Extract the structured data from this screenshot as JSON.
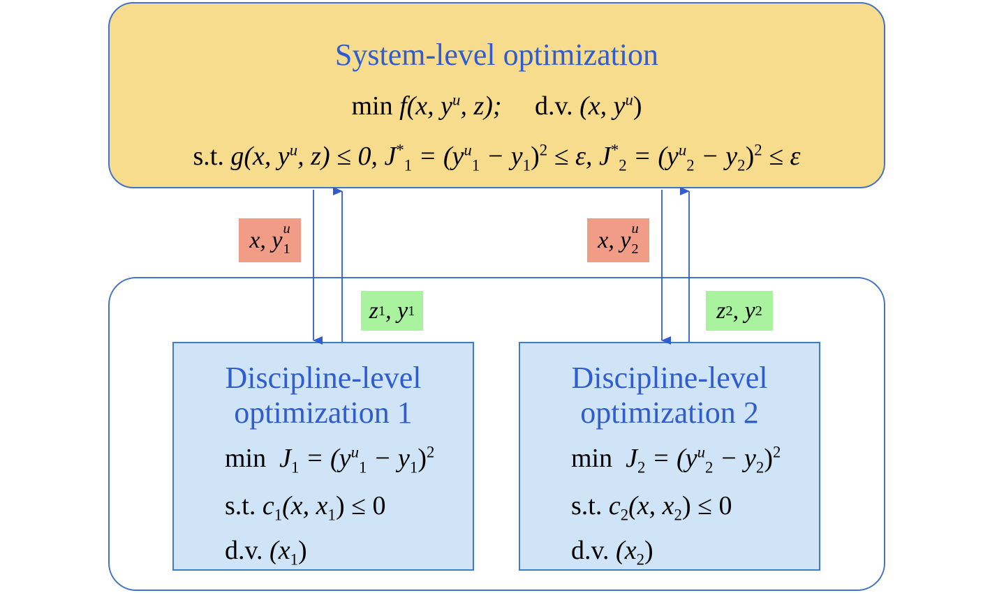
{
  "system": {
    "title": "System-level optimization",
    "objective": {
      "min": "min",
      "f": "f",
      "args": "(x, y",
      "sup_u": "u",
      "rest": ", z);",
      "dv_label": "d.v.",
      "dv_args": "(x, y",
      "dv_end": ")"
    },
    "constraint": {
      "st": "s.t.",
      "g": "g",
      "g_args": "(x, y",
      "g_rest": ", z) ≤ 0,",
      "j": "J",
      "sub1": "1",
      "sub2": "2",
      "star": "*",
      "eq": " = (y",
      "minus": " − y",
      "close": ")",
      "pow": "2",
      "leq_eps": " ≤ ε,",
      "leq_eps_end": " ≤ ε"
    }
  },
  "tags": {
    "down1": {
      "text": "x, y",
      "sup": "u",
      "sub": "1"
    },
    "up1": {
      "z": "z",
      "sub": "1",
      "rest": ", y",
      "sub2": "1"
    },
    "down2": {
      "text": "x, y",
      "sup": "u",
      "sub": "2"
    },
    "up2": {
      "z": "z",
      "sub": "2",
      "rest": ", y",
      "sub2": "2"
    }
  },
  "discipline1": {
    "title_line1": "Discipline-level",
    "title_line2": "optimization 1",
    "objective": {
      "min": "min",
      "j": "J",
      "sub": "1",
      "eq": " = (y",
      "minus": " − y",
      "close": ")",
      "pow": "2",
      "sup_u": "u"
    },
    "constraint": {
      "st": "s.t.",
      "c": "c",
      "sub": "1",
      "args": "(x, x",
      "close": ") ≤ 0"
    },
    "dv": {
      "label": "d.v.",
      "open": "(x",
      "sub": "1",
      "close": ")"
    }
  },
  "discipline2": {
    "title_line1": "Discipline-level",
    "title_line2": "optimization 2",
    "objective": {
      "min": "min",
      "j": "J",
      "sub": "2",
      "eq": " = (y",
      "minus": " − y",
      "close": ")",
      "pow": "2",
      "sup_u": "u"
    },
    "constraint": {
      "st": "s.t.",
      "c": "c",
      "sub": "2",
      "args": "(x, x",
      "close": ") ≤ 0"
    },
    "dv": {
      "label": "d.v.",
      "open": "(x",
      "sub": "2",
      "close": ")"
    }
  },
  "colors": {
    "system_fill": "#f8dc8e",
    "border_blue": "#4472c4",
    "title_blue": "#2f5ccf",
    "discipline_fill": "#d0e4f7",
    "tag_red": "#f19c86",
    "tag_green": "#a9f39f"
  }
}
